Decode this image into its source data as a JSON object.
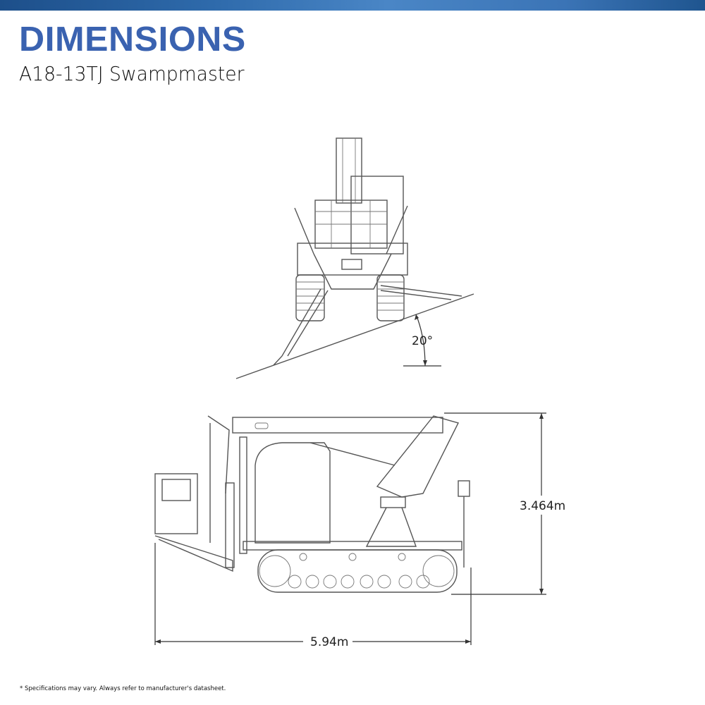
{
  "header": {
    "title": "DIMENSIONS",
    "subtitle": "A18-13TJ Swampmaster",
    "accent": "#3a62b0"
  },
  "front_view": {
    "slope_angle_label": "20°"
  },
  "side_view": {
    "height_label": "3.464m",
    "length_label": "5.94m"
  },
  "footer": {
    "disclaimer": "* Specifications may vary. Always refer to manufacturer's datasheet."
  }
}
